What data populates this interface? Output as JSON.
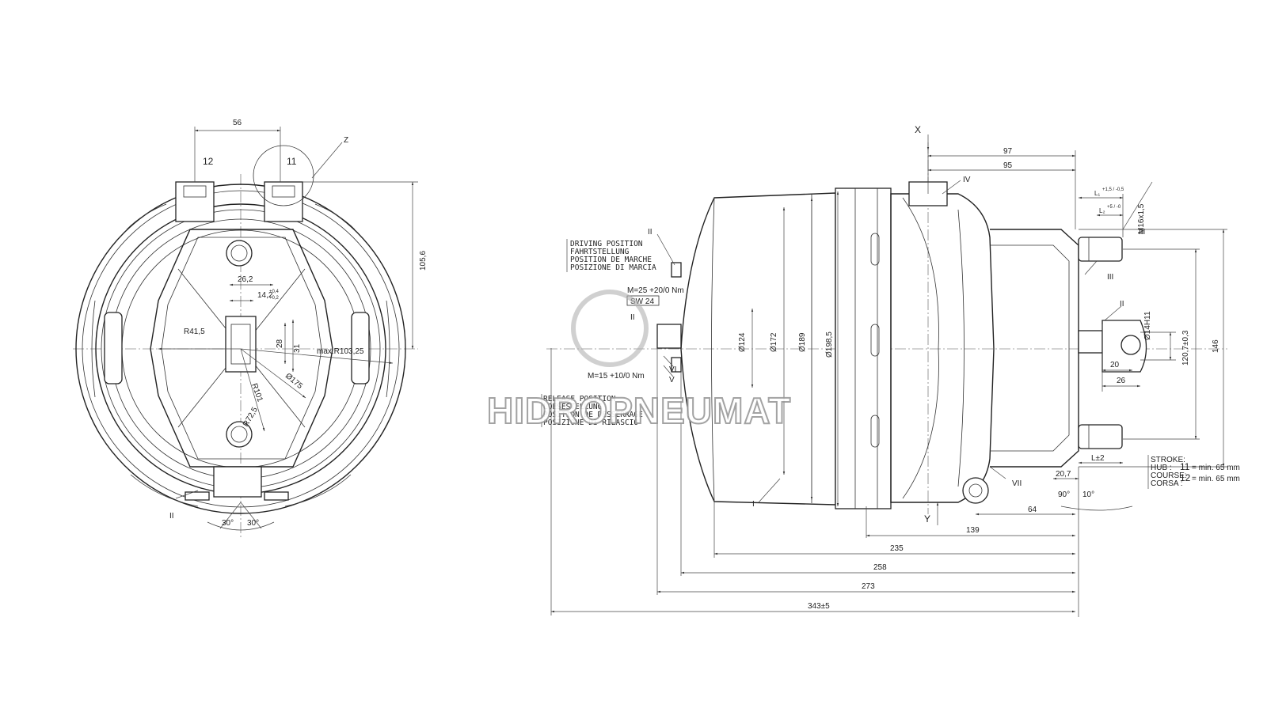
{
  "front_view": {
    "dims": {
      "width_top": "56",
      "height_right": "105,6",
      "slot": "26,2",
      "slot_small": "14,2",
      "slot_tol_upper": "+0,4",
      "slot_tol_lower": "+0,2",
      "radius_left": "R41,5",
      "h28": "28",
      "d31": "31",
      "max_radius": "max.R103,25",
      "dia175": "Ø175",
      "r101": "R101",
      "r72": "R72,5",
      "angle_left": "30°",
      "angle_right": "30°"
    },
    "ports": {
      "p12": "12",
      "p11": "11"
    },
    "labels": {
      "detail_z": "Z",
      "item_ii": "II"
    }
  },
  "side_view": {
    "axis_x": "X",
    "axis_y": "Y",
    "roman": {
      "i": "I",
      "ii_a": "II",
      "ii_b": "II",
      "ii_c": "II",
      "iii_a": "III",
      "iii_b": "III",
      "iv": "IV",
      "v": "V",
      "vi": "VI",
      "vii": "VII"
    },
    "dims_top": {
      "d97": "97",
      "d95": "95",
      "l1": "L₁",
      "l1_tol": "+1,5 / -0,5",
      "l2": "L₂",
      "l2_tol": "+5 / -0",
      "thread": "M16x1,5"
    },
    "dims_bottom": {
      "d139": "139",
      "d235": "235",
      "d258": "258",
      "d273": "273",
      "d343": "343±5",
      "d64": "64",
      "d20_7": "20,7",
      "l2pm": "L±2",
      "a90": "90°",
      "a10": "10°"
    },
    "dims_vertical": {
      "d124": "Ø124",
      "d172": "Ø172",
      "d189": "Ø189",
      "d198": "Ø198,5",
      "d120": "120,7±0,3",
      "d146": "146",
      "d14": "Ø14H11",
      "d20": "20",
      "d26": "26"
    },
    "driving_position": [
      "DRIVING POSITION",
      "FAHRTSTELLUNG",
      "POSITION DE MARCHE",
      "POSIZIONE DI MARCIA"
    ],
    "release_position": [
      "RELEASE POSITION",
      "LOESESTELLUNG",
      "POSITION DE DESSERRAGE",
      "POSIZIONE DI RILASCIO"
    ],
    "torque_top": "M=25 +20/0 Nm",
    "sw": "SW 24",
    "torque_bottom": "M=15 +10/0 Nm",
    "stroke": {
      "labels": [
        "STROKE:",
        "HUB :",
        "COURSE:",
        "CORSA :"
      ],
      "value1_key": "11",
      "value1": "= min. 65 mm",
      "value2_key": "12",
      "value2": "= min. 65 mm"
    }
  },
  "watermark": "HIDROPNEUMAT"
}
